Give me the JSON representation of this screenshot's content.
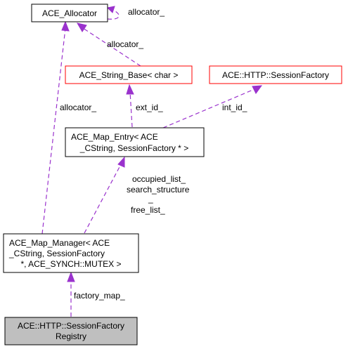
{
  "colors": {
    "edge": "#9a32cd",
    "node_border_default": "#000000",
    "node_border_external": "#ff0000",
    "node_fill_default": "#ffffff",
    "node_fill_focus": "#bfbfbf"
  },
  "nodes": {
    "allocator": {
      "lines": [
        "ACE_Allocator"
      ]
    },
    "string_base": {
      "lines": [
        "ACE_String_Base< char >"
      ]
    },
    "http_factory": {
      "lines": [
        "ACE::HTTP::SessionFactory"
      ]
    },
    "map_entry": {
      "lines": [
        "ACE_Map_Entry< ACE",
        "_CString, SessionFactory * >"
      ]
    },
    "map_manager": {
      "lines": [
        "ACE_Map_Manager< ACE",
        "_CString, SessionFactory",
        " *, ACE_SYNCH::MUTEX >"
      ]
    },
    "registry": {
      "lines": [
        "ACE::HTTP::SessionFactory",
        "Registry"
      ]
    }
  },
  "edges": {
    "allocator_self": {
      "lines": [
        "allocator_"
      ]
    },
    "allocator_string": {
      "lines": [
        "allocator_"
      ]
    },
    "allocator_manager": {
      "lines": [
        "allocator_"
      ]
    },
    "string_entry": {
      "lines": [
        "ext_id_"
      ]
    },
    "factory_entry": {
      "lines": [
        "int_id_"
      ]
    },
    "entry_manager": {
      "lines": [
        "occupied_list_",
        "search_structure",
        "_",
        "free_list_"
      ]
    },
    "manager_registry": {
      "lines": [
        "factory_map_"
      ]
    }
  }
}
